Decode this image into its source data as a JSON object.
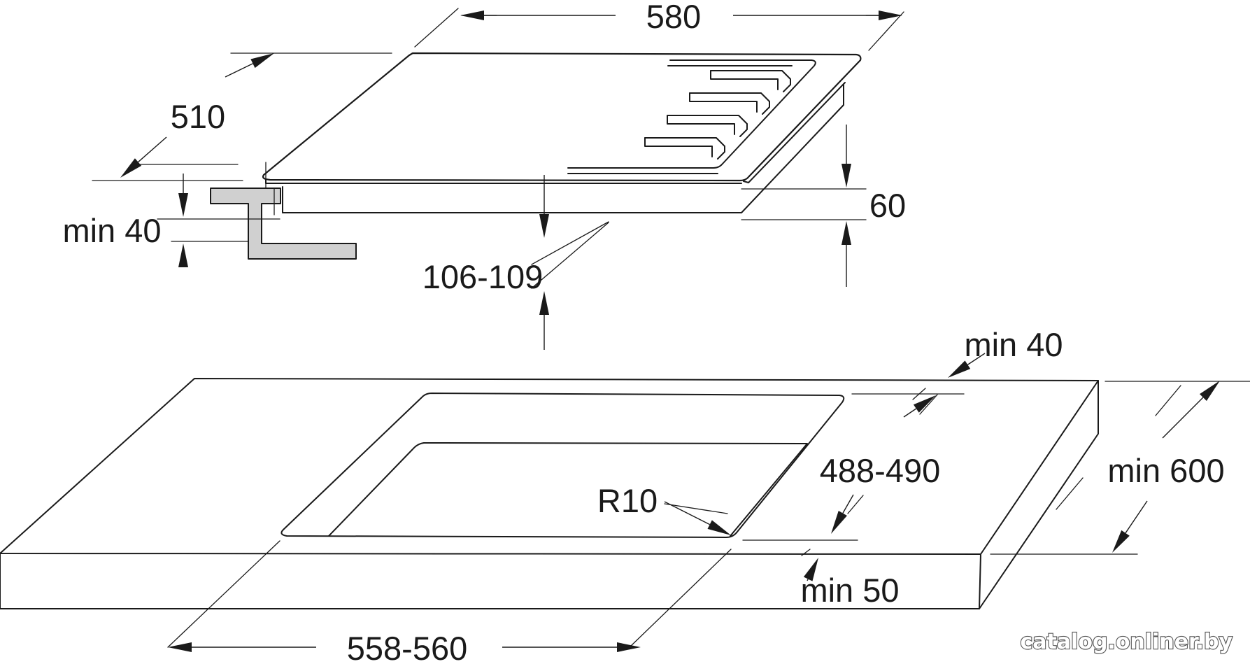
{
  "colors": {
    "line": "#1a1a1a",
    "bracket_fill": "#d0d0d0",
    "watermark_fill": "#ffffff",
    "watermark_stroke": "#555555"
  },
  "hob": {
    "width": "580",
    "depth": "510",
    "height": "60",
    "clearance": "min 40",
    "cutout_depth_space": "106-109"
  },
  "worktop": {
    "back_clearance": "min 40",
    "cutout_depth": "488-490",
    "corner_radius": "R10",
    "worktop_depth": "min 600",
    "front_clearance": "min 50",
    "cutout_width": "558-560"
  },
  "watermark": "catalog.onliner.by"
}
